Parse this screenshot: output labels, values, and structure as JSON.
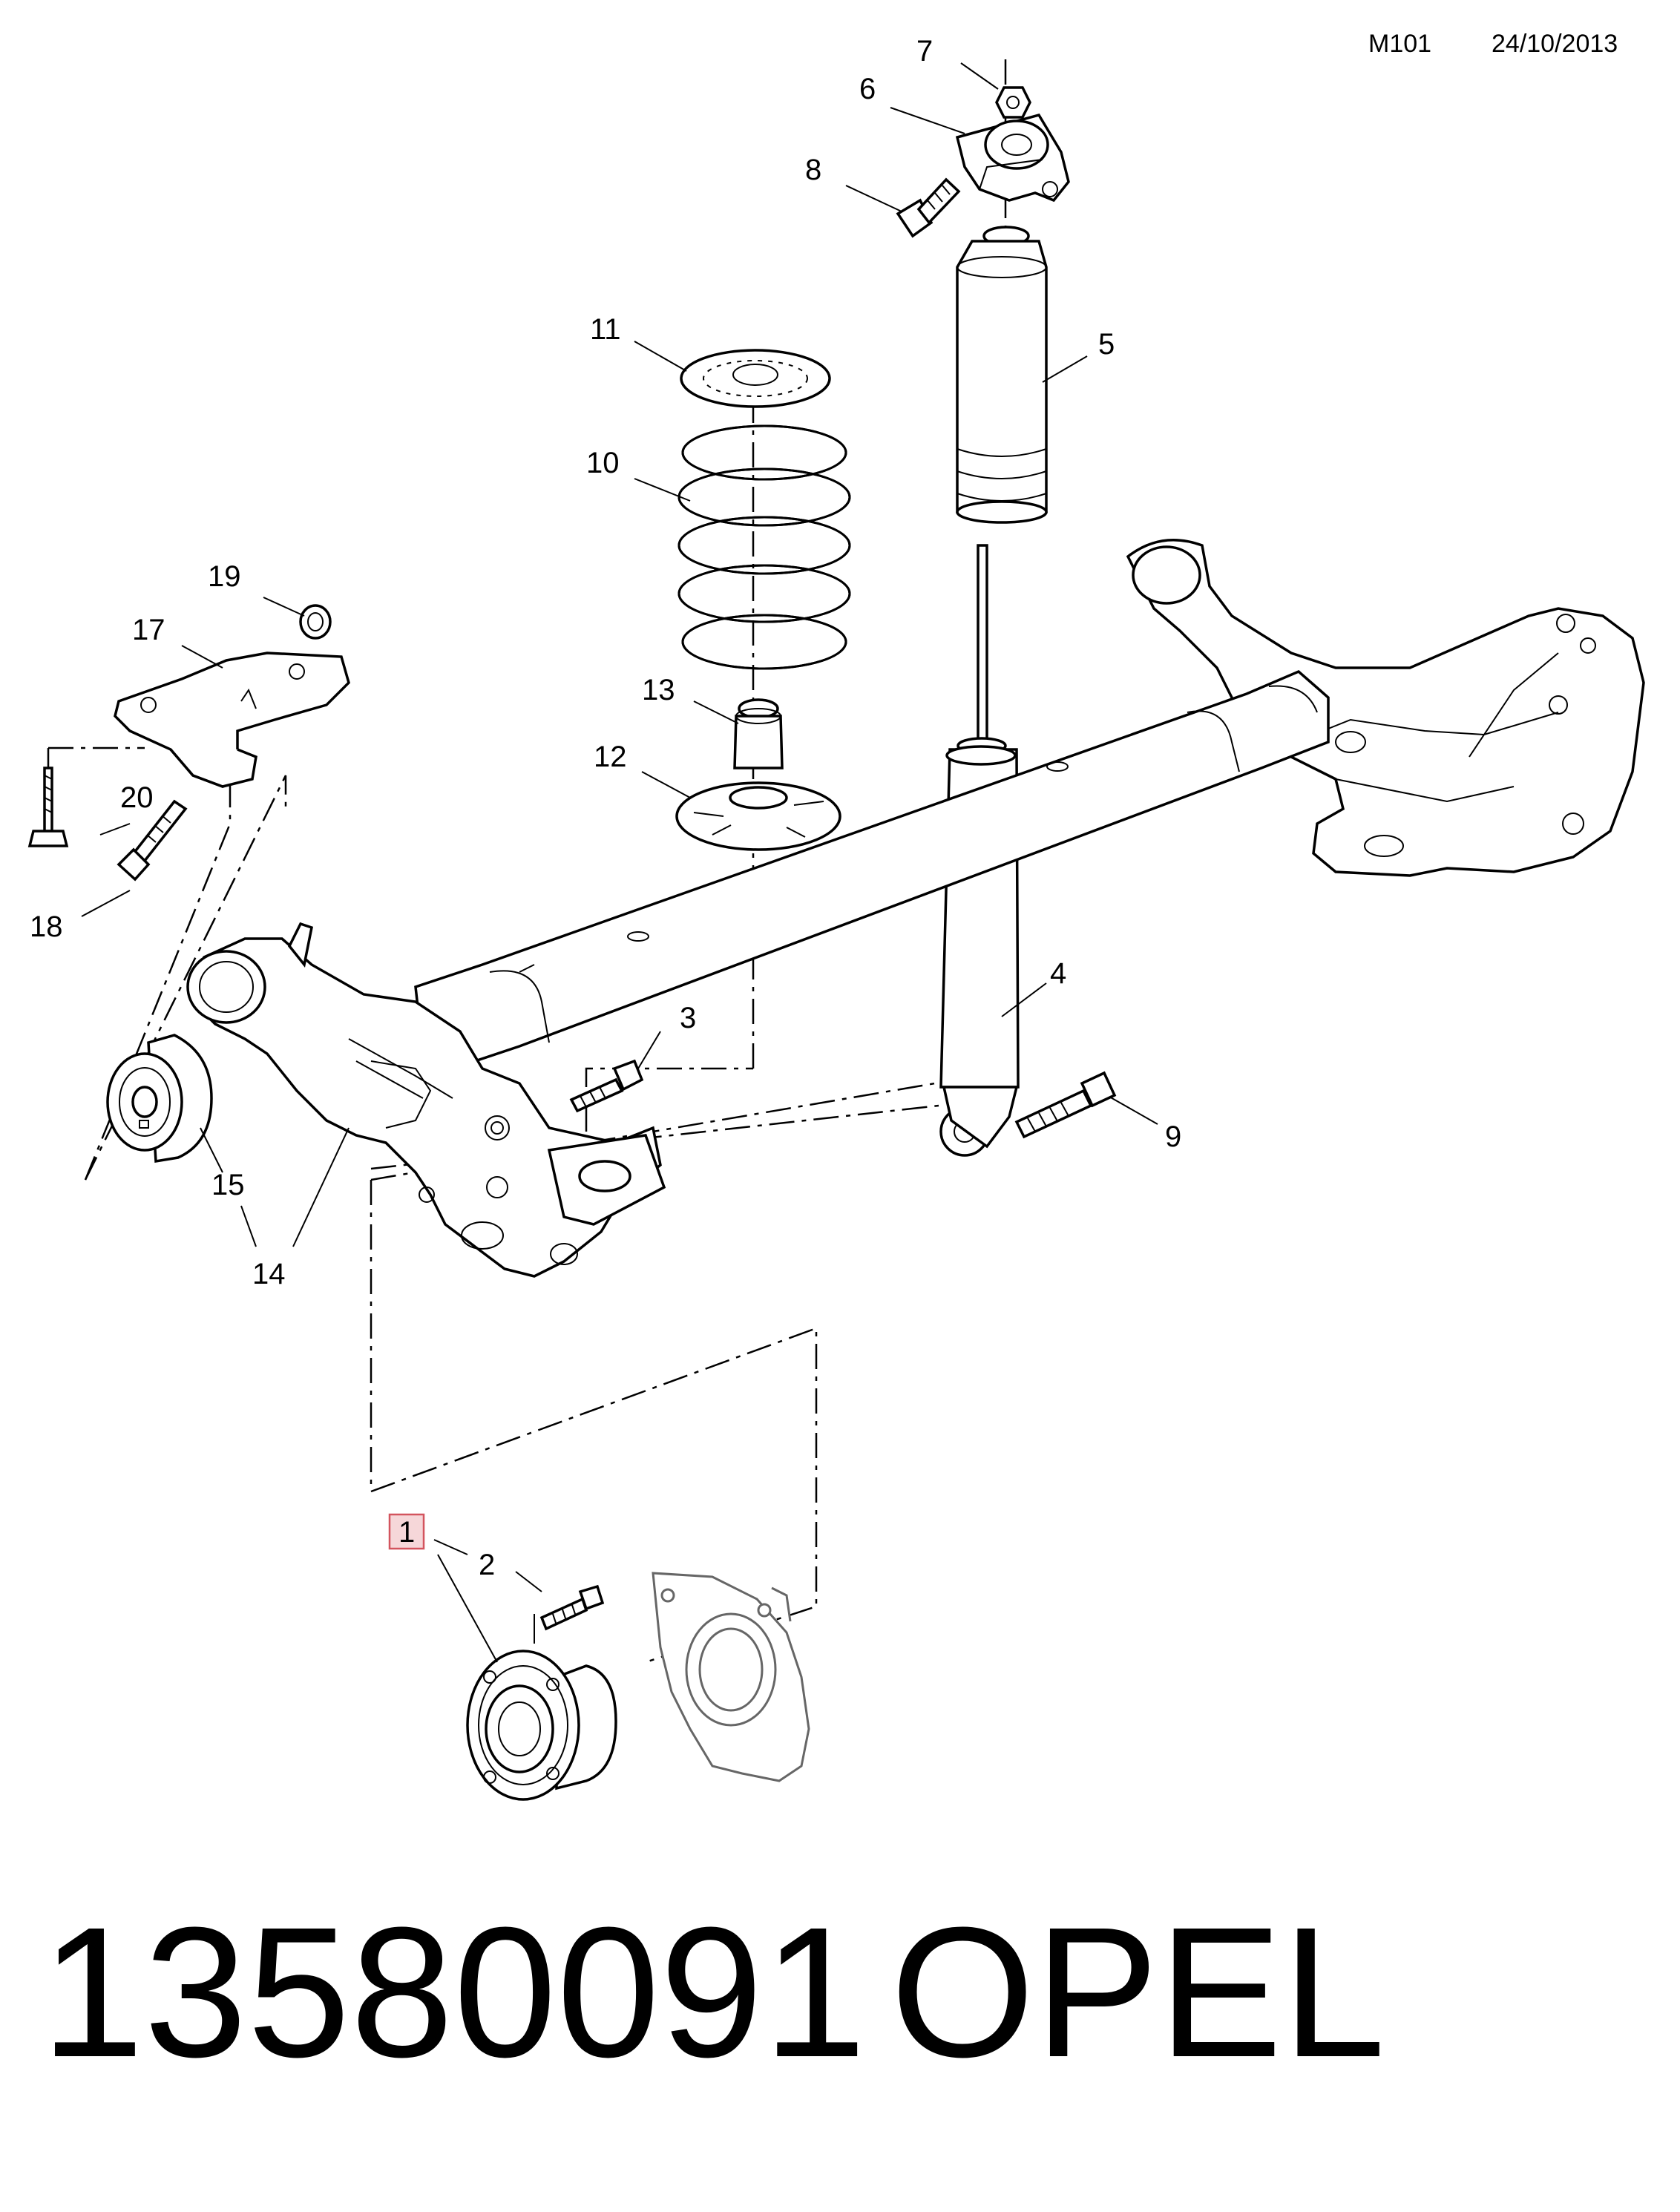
{
  "header": {
    "code": "M101",
    "date": "24/10/2013"
  },
  "callouts": [
    "1",
    "2",
    "3",
    "4",
    "5",
    "6",
    "7",
    "8",
    "9",
    "10",
    "11",
    "12",
    "13",
    "14",
    "15",
    "17",
    "18",
    "19",
    "20"
  ],
  "footer": {
    "part_number": "13580091",
    "brand": "OPEL"
  },
  "colors": {
    "highlight_fill": "#f6d7d9",
    "highlight_border": "#d3545e",
    "ink": "#000000"
  }
}
